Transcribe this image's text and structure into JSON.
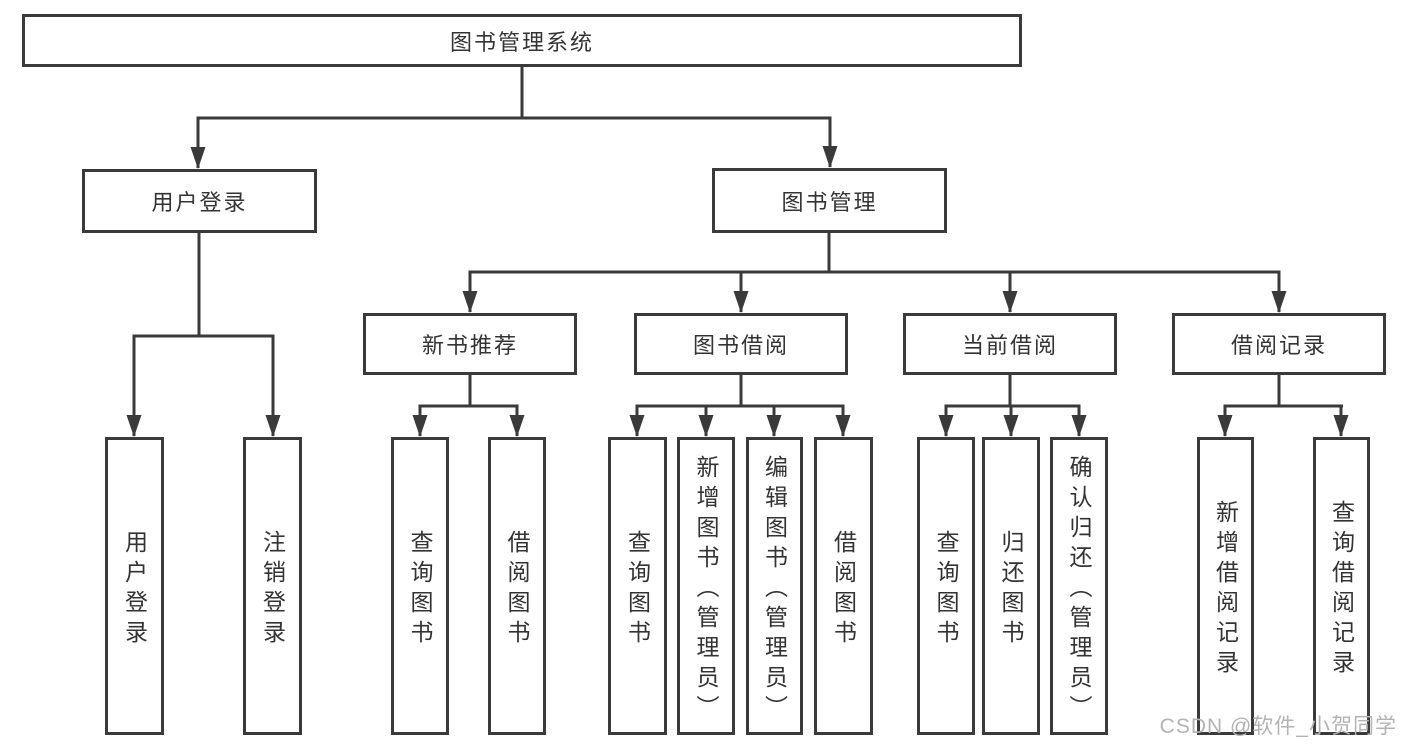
{
  "diagram": {
    "title": "图书管理系统",
    "type": "hierarchy-tree",
    "colors": {
      "line": "#3a3a3a",
      "text": "#333333",
      "background": "#ffffff",
      "watermark": "#b3b3b3"
    },
    "watermark": "CSDN @软件_小贺同学"
  },
  "nodes": {
    "root": "图书管理系统",
    "user_login": "用户登录",
    "book_management": "图书管理",
    "new_book_recommend": "新书推荐",
    "book_borrow": "图书借阅",
    "current_borrow": "当前借阅",
    "borrow_records": "借阅记录",
    "leaf_user_login": "用户登录",
    "leaf_logout": "注销登录",
    "leaf_nbr_query_books": "查询图书",
    "leaf_nbr_borrow_books": "借阅图书",
    "leaf_bb_query_books": "查询图书",
    "leaf_bb_add_books_admin": "新增图书（管理员）",
    "leaf_bb_edit_books_admin": "编辑图书（管理员）",
    "leaf_bb_borrow_books": "借阅图书",
    "leaf_cb_query_books": "查询图书",
    "leaf_cb_return_books": "归还图书",
    "leaf_cb_confirm_return_admin": "确认归还（管理员）",
    "leaf_br_add_record": "新增借阅记录",
    "leaf_br_query_record": "查询借阅记录"
  },
  "hierarchy": {
    "图书管理系统": {
      "用户登录": [
        "用户登录",
        "注销登录"
      ],
      "图书管理": {
        "新书推荐": [
          "查询图书",
          "借阅图书"
        ],
        "图书借阅": [
          "查询图书",
          "新增图书（管理员）",
          "编辑图书（管理员）",
          "借阅图书"
        ],
        "当前借阅": [
          "查询图书",
          "归还图书",
          "确认归还（管理员）"
        ],
        "借阅记录": [
          "新增借阅记录",
          "查询借阅记录"
        ]
      }
    }
  }
}
